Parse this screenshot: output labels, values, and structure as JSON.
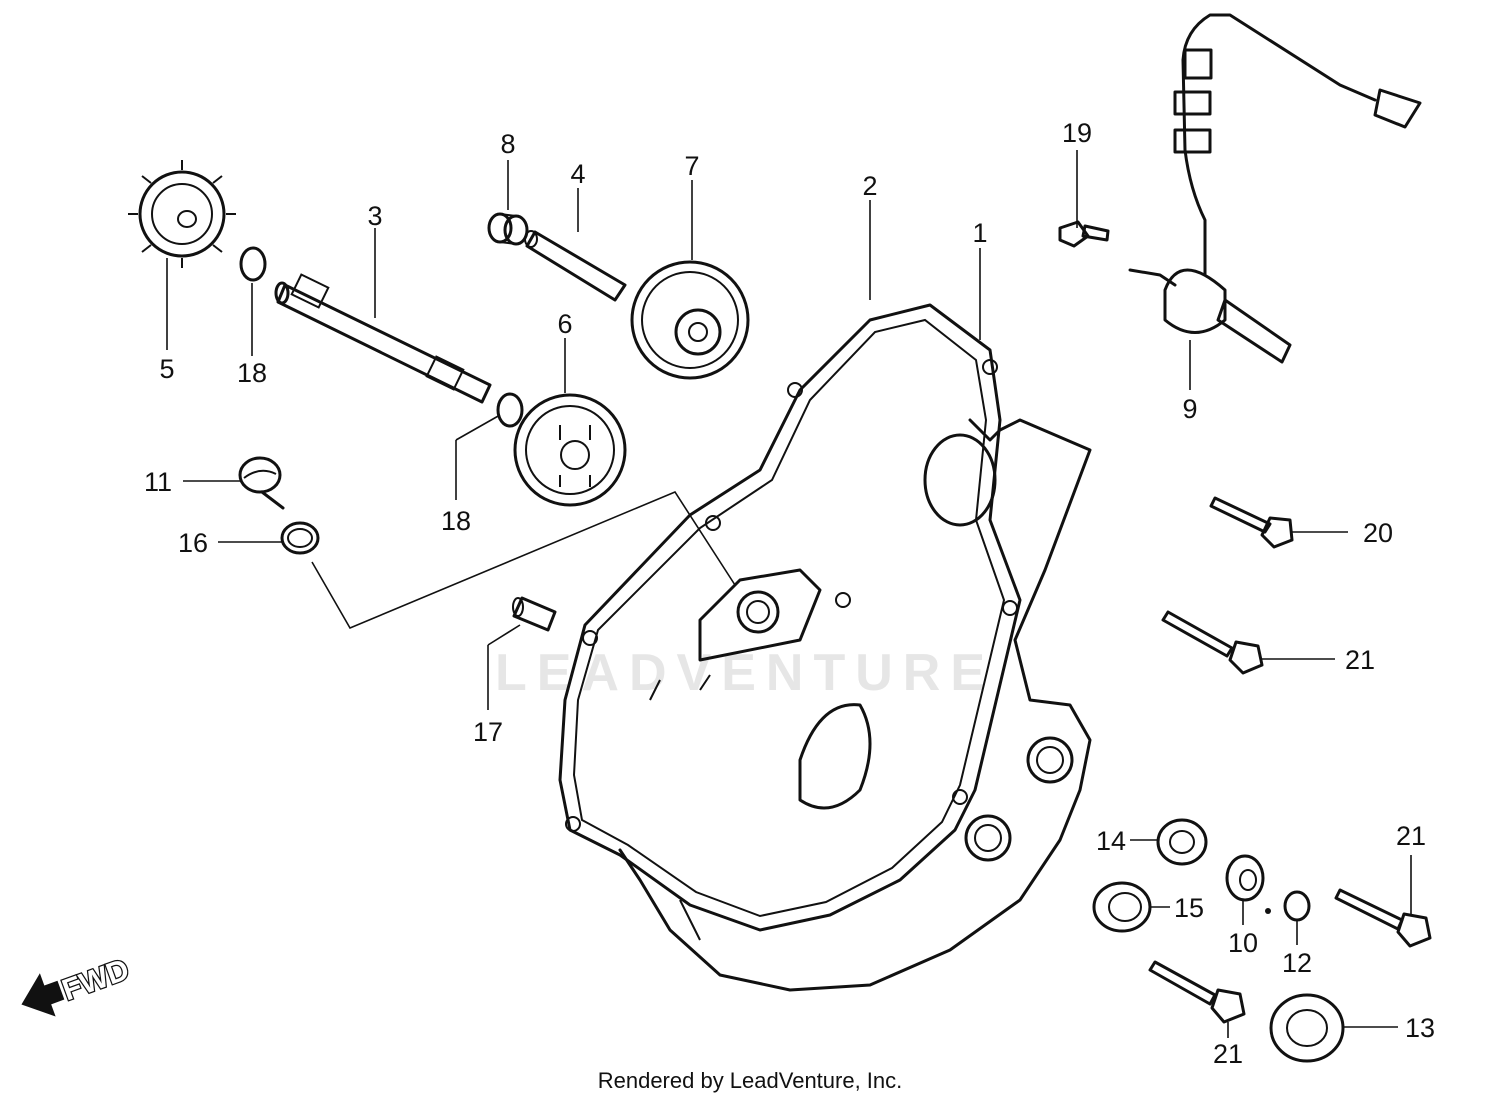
{
  "diagram": {
    "watermark": "LEADVENTURE",
    "footer": "Rendered by LeadVenture, Inc.",
    "direction_marker": "FWD",
    "callouts": {
      "c1": "1",
      "c2": "2",
      "c3": "3",
      "c4": "4",
      "c5": "5",
      "c6": "6",
      "c7": "7",
      "c8": "8",
      "c9": "9",
      "c10": "10",
      "c11": "11",
      "c12": "12",
      "c13": "13",
      "c14": "14",
      "c15": "15",
      "c16": "16",
      "c17": "17",
      "c18a": "18",
      "c18b": "18",
      "c19": "19",
      "c20": "20",
      "c21a": "21",
      "c21b": "21",
      "c21c": "21"
    }
  }
}
